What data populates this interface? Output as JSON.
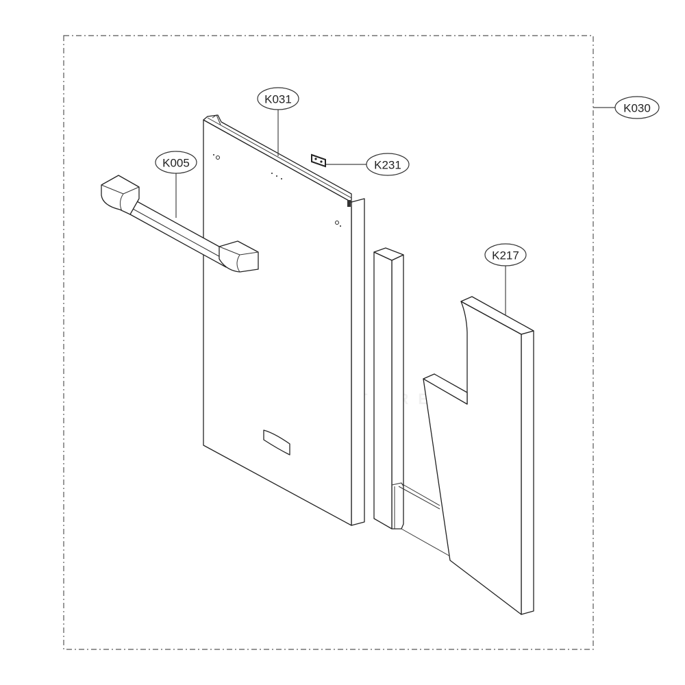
{
  "diagram": {
    "assembly_label": "K030",
    "parts": [
      {
        "id": "K031",
        "description_shape": "door-panel"
      },
      {
        "id": "K005",
        "description_shape": "handle"
      },
      {
        "id": "K231",
        "description_shape": "small-bracket"
      },
      {
        "id": "K217",
        "description_shape": "foam-insulation"
      }
    ],
    "watermark": "LEADVENTURE",
    "colors": {
      "line": "#222222",
      "background": "#ffffff"
    }
  }
}
